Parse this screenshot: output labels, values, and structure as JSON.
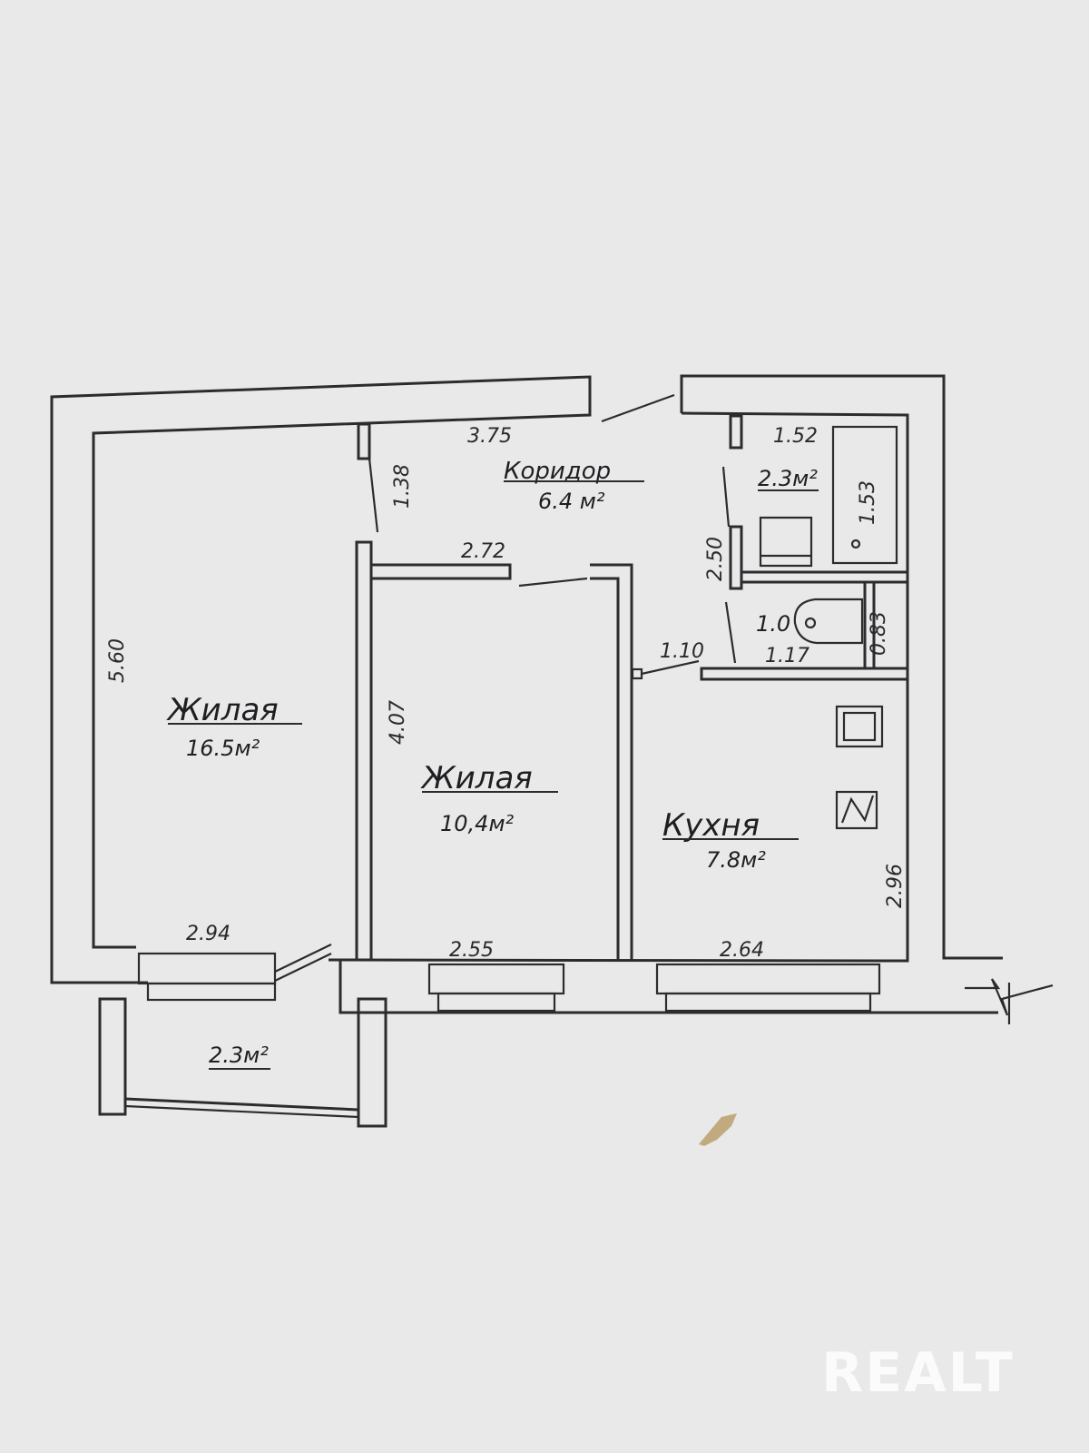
{
  "rooms": {
    "living1": {
      "name": "Жилая",
      "area": "16.5м²"
    },
    "living2": {
      "name": "Жилая",
      "area": "10,4м²"
    },
    "corridor": {
      "name": "Коридор",
      "area": "6.4 м²"
    },
    "kitchen": {
      "name": "Кухня",
      "area": "7.8м²"
    },
    "bathroom": {
      "area": "2.3м²"
    },
    "toilet": {
      "area": "1.0"
    },
    "balcony": {
      "area": "2.3м²"
    }
  },
  "dimensions": {
    "living1_height": "5.60",
    "living1_width": "2.94",
    "corridor_length": "3.75",
    "corridor_nook": "1.38",
    "living2_top": "2.72",
    "living2_height": "4.07",
    "living2_bottom": "2.55",
    "kitchen_width": "2.64",
    "kitchen_height": "2.96",
    "kitchen_door": "1.10",
    "bath_width": "1.52",
    "bath_tub": "1.53",
    "bath_height": "2.50",
    "toilet_width": "1.17",
    "toilet_depth": "0.83"
  },
  "watermark": "REALT"
}
